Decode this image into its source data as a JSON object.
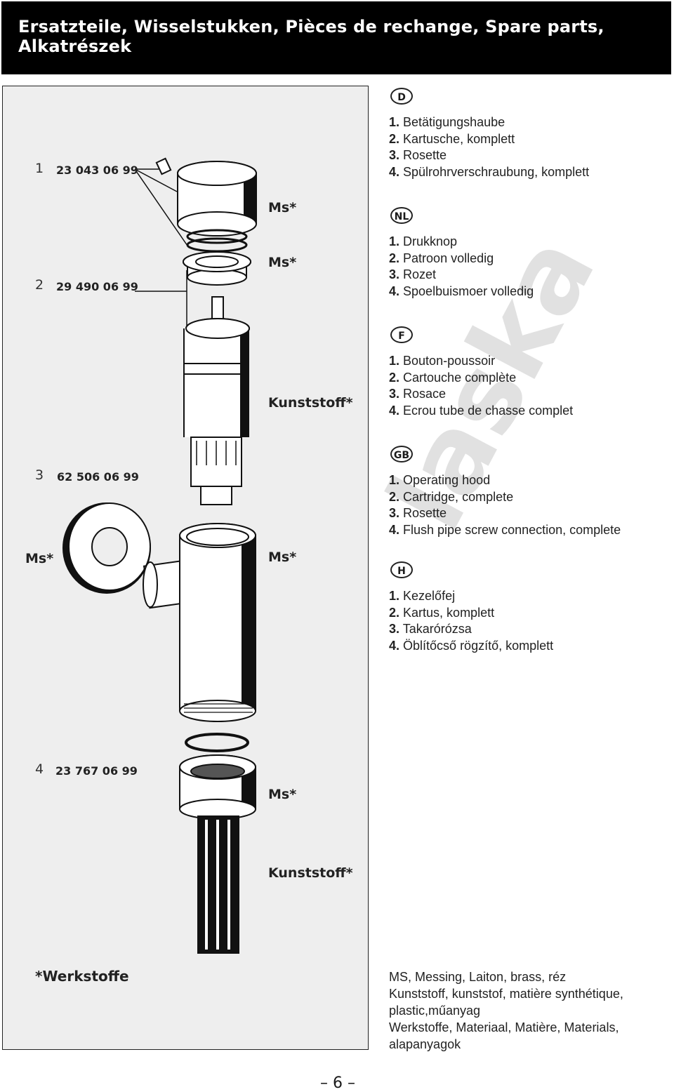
{
  "header": {
    "title": "Ersatzteile, Wisselstukken, Pièces de rechange, Spare parts, Alkatrészek",
    "background": "#000000"
  },
  "diagram": {
    "parts": [
      {
        "index": "1",
        "article": "23 043 06 99"
      },
      {
        "index": "2",
        "article": "29 490 06 99"
      },
      {
        "index": "3",
        "article": "62 506 06 99"
      },
      {
        "index": "4",
        "article": "23 767 06 99"
      }
    ],
    "material_labels": {
      "ms": "Ms*",
      "kunststoff": "Kunststoff*"
    },
    "werkstoffe_label": "*Werkstoffe"
  },
  "languages": [
    {
      "code": "D",
      "items": [
        "Betätigungshaube",
        "Kartusche, komplett",
        "Rosette",
        "Spülrohrverschraubung, komplett"
      ]
    },
    {
      "code": "NL",
      "items": [
        "Drukknop",
        "Patroon volledig",
        "Rozet",
        "Spoelbuismoer volledig"
      ]
    },
    {
      "code": "F",
      "items": [
        "Bouton-poussoir",
        "Cartouche complète",
        "Rosace",
        "Ecrou tube de chasse complet"
      ]
    },
    {
      "code": "GB",
      "items": [
        "Operating hood",
        "Cartridge, complete",
        "Rosette",
        "Flush pipe screw connection, complete"
      ]
    },
    {
      "code": "H",
      "items": [
        "Kezelőfej",
        "Kartus, komplett",
        "Takarórózsa",
        "Öblítőcső rögzítő, komplett"
      ]
    }
  ],
  "item_numbers": [
    "1.",
    "2.",
    "3.",
    "4."
  ],
  "materials_legend": [
    "MS, Messing, Laiton, brass, réz",
    "Kunststoff, kunststof, matière synthétique,",
    "plastic,műanyag",
    "Werkstoffe, Materiaal, Matière, Materials,",
    "alapanyagok"
  ],
  "watermark": "laska",
  "page_number": "– 6 –"
}
